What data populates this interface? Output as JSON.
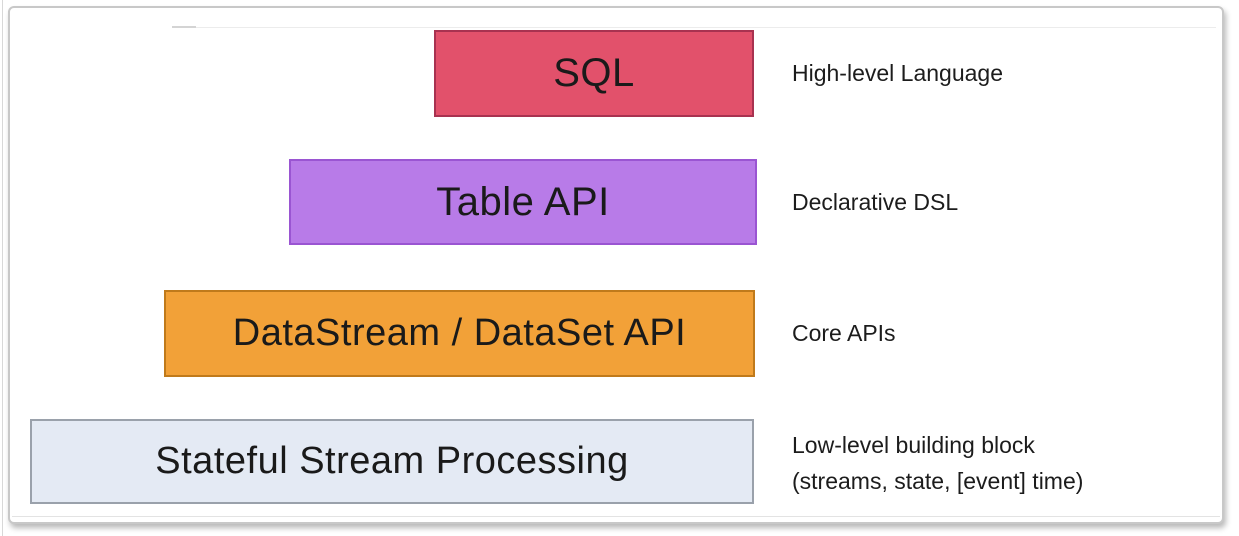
{
  "diagram": {
    "layers": [
      {
        "label": "SQL",
        "annotation": "High-level Language",
        "fill": "#e2516b",
        "border": "#a83250"
      },
      {
        "label": "Table API",
        "annotation": "Declarative DSL",
        "fill": "#b87be8",
        "border": "#9a55d2"
      },
      {
        "label": "DataStream / DataSet API",
        "annotation": "Core APIs",
        "fill": "#f2a138",
        "border": "#c07a1b"
      },
      {
        "label": "Stateful Stream Processing",
        "annotation": "Low-level building block\n(streams, state, [event] time)",
        "fill": "#e4eaf4",
        "border": "#9aa1ab"
      }
    ],
    "text_color": "#1a1a1a"
  }
}
